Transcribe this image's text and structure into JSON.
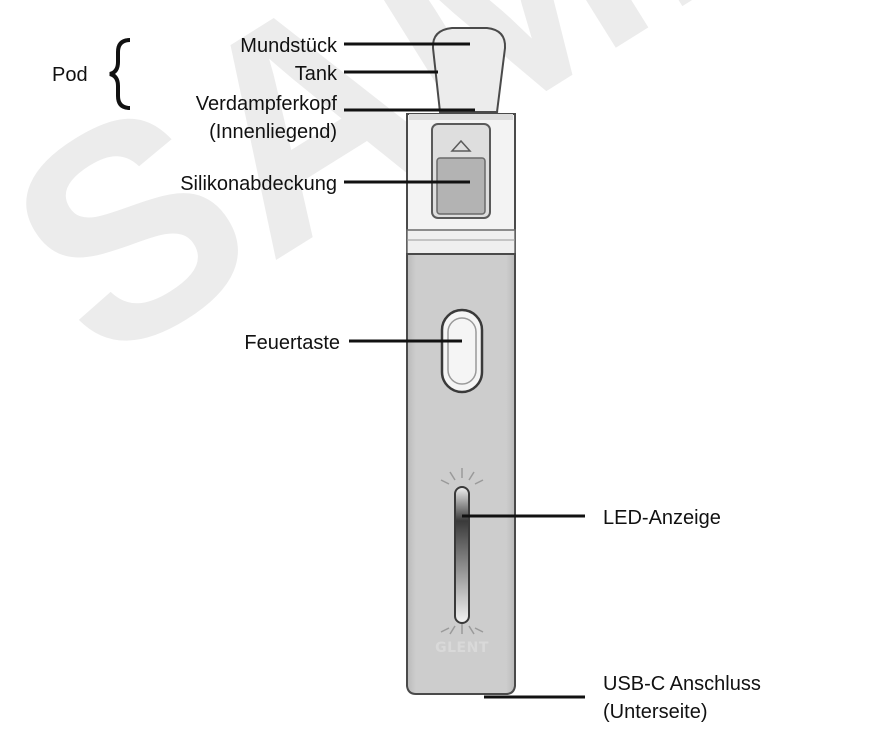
{
  "watermark": "SAMPLE",
  "bracket_label": "Pod",
  "labels": {
    "mouthpiece": "Mundstück",
    "tank": "Tank",
    "coil_line1": "Verdampferkopf",
    "coil_line2": "(Innenliegend)",
    "silicone_cover": "Silikonabdeckung",
    "fire_button": "Feuertaste",
    "led": "LED-Anzeige",
    "usb_line1": "USB-C Anschluss",
    "usb_line2": "(Unterseite)"
  },
  "brand_mark": "GLENT",
  "colors": {
    "label_text": "#111111",
    "leader_line": "#111111",
    "device_body": "#c8c8c8",
    "device_outline": "#4a4a4a",
    "pod": "#ececec",
    "watermark": "#ececec"
  }
}
